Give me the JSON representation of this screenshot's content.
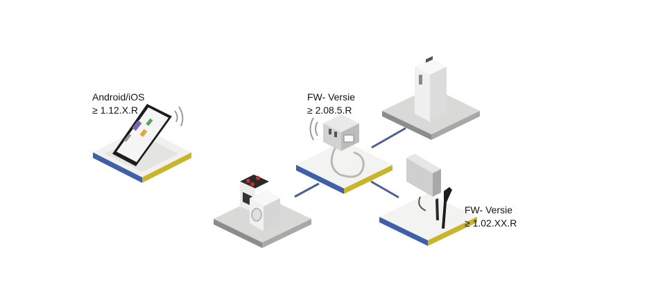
{
  "labels": {
    "app": {
      "line1": "Android/iOS",
      "line2": "≥ 1.12.X.R"
    },
    "meter": {
      "line1": "FW- Versie",
      "line2": "≥ 2.08.5.R"
    },
    "charger": {
      "line1": "FW- Versie",
      "line2": "≥ 1.02.XX.R"
    }
  },
  "colors": {
    "platform_top": "#d8d8d6",
    "platform_side_gray": "#8c8c8c",
    "platform_top_white": "#f2f2f0",
    "edge_yellow": "#c9b52a",
    "edge_blue": "#3f5fa8",
    "connector": "#4a5f8f"
  },
  "icons": [
    "smartphone-icon",
    "wifi-signal-icon",
    "energy-meter-icon",
    "battery-icon",
    "stove-icon",
    "washing-machine-icon",
    "wallbox-charger-icon"
  ]
}
